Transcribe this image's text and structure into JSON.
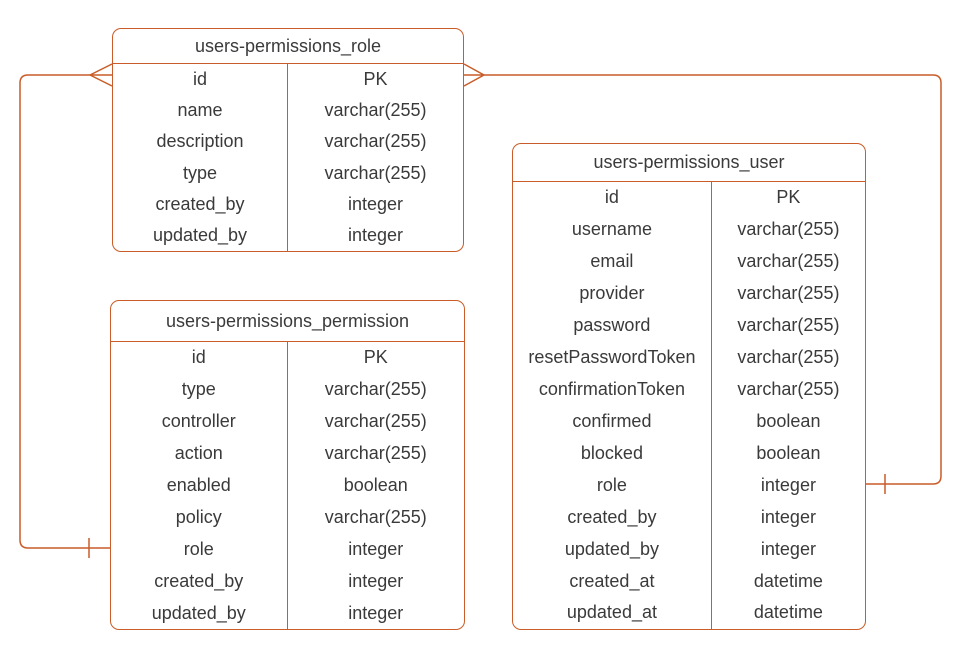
{
  "diagram": {
    "kind": "entity-relationship-diagram",
    "accent_color": "#c95c28",
    "text_color": "#3a3a3a",
    "background_color": "#ffffff"
  },
  "tables": [
    {
      "id": "users-permissions_role",
      "title": "users-permissions_role",
      "fields": [
        {
          "name": "id",
          "type": "PK"
        },
        {
          "name": "name",
          "type": "varchar(255)"
        },
        {
          "name": "description",
          "type": "varchar(255)"
        },
        {
          "name": "type",
          "type": "varchar(255)"
        },
        {
          "name": "created_by",
          "type": "integer"
        },
        {
          "name": "updated_by",
          "type": "integer"
        }
      ]
    },
    {
      "id": "users-permissions_permission",
      "title": "users-permissions_permission",
      "fields": [
        {
          "name": "id",
          "type": "PK"
        },
        {
          "name": "type",
          "type": "varchar(255)"
        },
        {
          "name": "controller",
          "type": "varchar(255)"
        },
        {
          "name": "action",
          "type": "varchar(255)"
        },
        {
          "name": "enabled",
          "type": "boolean"
        },
        {
          "name": "policy",
          "type": "varchar(255)"
        },
        {
          "name": "role",
          "type": "integer"
        },
        {
          "name": "created_by",
          "type": "integer"
        },
        {
          "name": "updated_by",
          "type": "integer"
        }
      ]
    },
    {
      "id": "users-permissions_user",
      "title": "users-permissions_user",
      "fields": [
        {
          "name": "id",
          "type": "PK"
        },
        {
          "name": "username",
          "type": "varchar(255)"
        },
        {
          "name": "email",
          "type": "varchar(255)"
        },
        {
          "name": "provider",
          "type": "varchar(255)"
        },
        {
          "name": "password",
          "type": "varchar(255)"
        },
        {
          "name": "resetPasswordToken",
          "type": "varchar(255)"
        },
        {
          "name": "confirmationToken",
          "type": "varchar(255)"
        },
        {
          "name": "confirmed",
          "type": "boolean"
        },
        {
          "name": "blocked",
          "type": "boolean"
        },
        {
          "name": "role",
          "type": "integer"
        },
        {
          "name": "created_by",
          "type": "integer"
        },
        {
          "name": "updated_by",
          "type": "integer"
        },
        {
          "name": "created_at",
          "type": "datetime"
        },
        {
          "name": "updated_at",
          "type": "datetime"
        }
      ]
    }
  ],
  "relationships": [
    {
      "from_table": "users-permissions_role",
      "from_field": "id",
      "from_cardinality": "many",
      "to_table": "users-permissions_permission",
      "to_field": "role",
      "to_cardinality": "one"
    },
    {
      "from_table": "users-permissions_role",
      "from_field": "id",
      "from_cardinality": "many",
      "to_table": "users-permissions_user",
      "to_field": "role",
      "to_cardinality": "one"
    }
  ]
}
